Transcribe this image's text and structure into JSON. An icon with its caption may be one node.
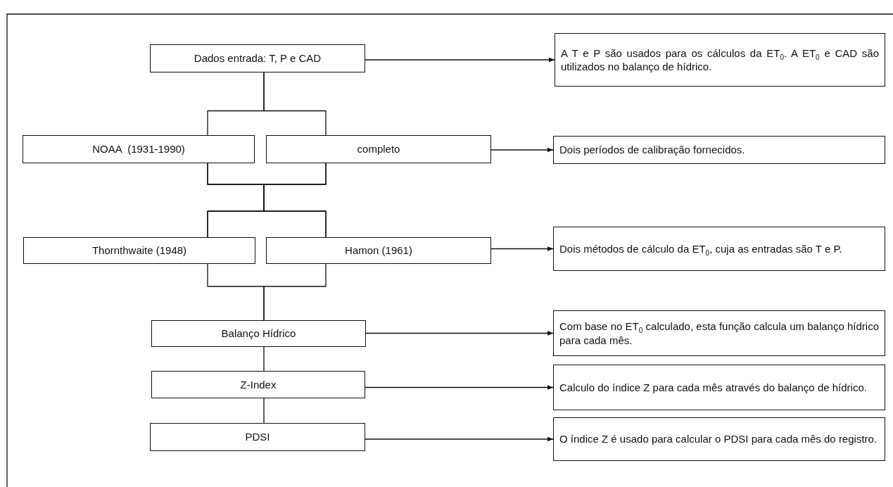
{
  "diagram": {
    "nodes": [
      {
        "text": [
          "Dados entrada: T, P e CAD"
        ]
      },
      {
        "text": [
          "A T e P são usados para os cálculos da ET$_{0}$. A ET$_{0}$ e CAD são utilizados no balanço de hídrico."
        ]
      },
      {
        "text": [
          "NOAA  (1931-1990)"
        ]
      },
      {
        "text": [
          "completo"
        ]
      },
      {
        "text": [
          "Dois períodos de calibração fornecidos."
        ]
      },
      {
        "text": [
          "Thornthwaite (1948)"
        ]
      },
      {
        "text": [
          "Hamon (1961)"
        ]
      },
      {
        "text": [
          "Dois métodos de cálculo da ET$_{0}$, cuja as entradas são T e P."
        ]
      },
      {
        "text": [
          "Balanço Hídrico"
        ]
      },
      {
        "text": [
          "Com base no ET$_{0}$ calculado, esta função calcula um balanço hídrico para cada mês."
        ]
      },
      {
        "text": [
          "Z-Index"
        ]
      },
      {
        "text": [
          "Calculo do índice Z para cada mês através do balanço de hídrico."
        ]
      },
      {
        "text": [
          "PDSI"
        ]
      },
      {
        "text": [
          "O índice Z é usado para calcular o PDSI para cada mês do registro."
        ]
      }
    ],
    "edges": [
      {
        "from": 0,
        "to": 1,
        "arrow": "to"
      },
      {
        "from": 0,
        "to": 2,
        "arrow": "none"
      },
      {
        "from": 0,
        "to": 3,
        "arrow": "none"
      },
      {
        "from": 3,
        "to": 4,
        "arrow": "to"
      },
      {
        "from": 2,
        "to": 5,
        "arrow": "none"
      },
      {
        "from": 2,
        "to": 6,
        "arrow": "none"
      },
      {
        "from": 3,
        "to": 5,
        "arrow": "none"
      },
      {
        "from": 3,
        "to": 6,
        "arrow": "none"
      },
      {
        "from": 6,
        "to": 7,
        "arrow": "to"
      },
      {
        "from": 5,
        "to": 8,
        "arrow": "none"
      },
      {
        "from": 6,
        "to": 8,
        "arrow": "none"
      },
      {
        "from": 8,
        "to": 9,
        "arrow": "to"
      },
      {
        "from": 8,
        "to": 10,
        "arrow": "none"
      },
      {
        "from": 10,
        "to": 11,
        "arrow": "to"
      },
      {
        "from": 10,
        "to": 12,
        "arrow": "none"
      },
      {
        "from": 12,
        "to": 13,
        "arrow": "to"
      }
    ]
  }
}
